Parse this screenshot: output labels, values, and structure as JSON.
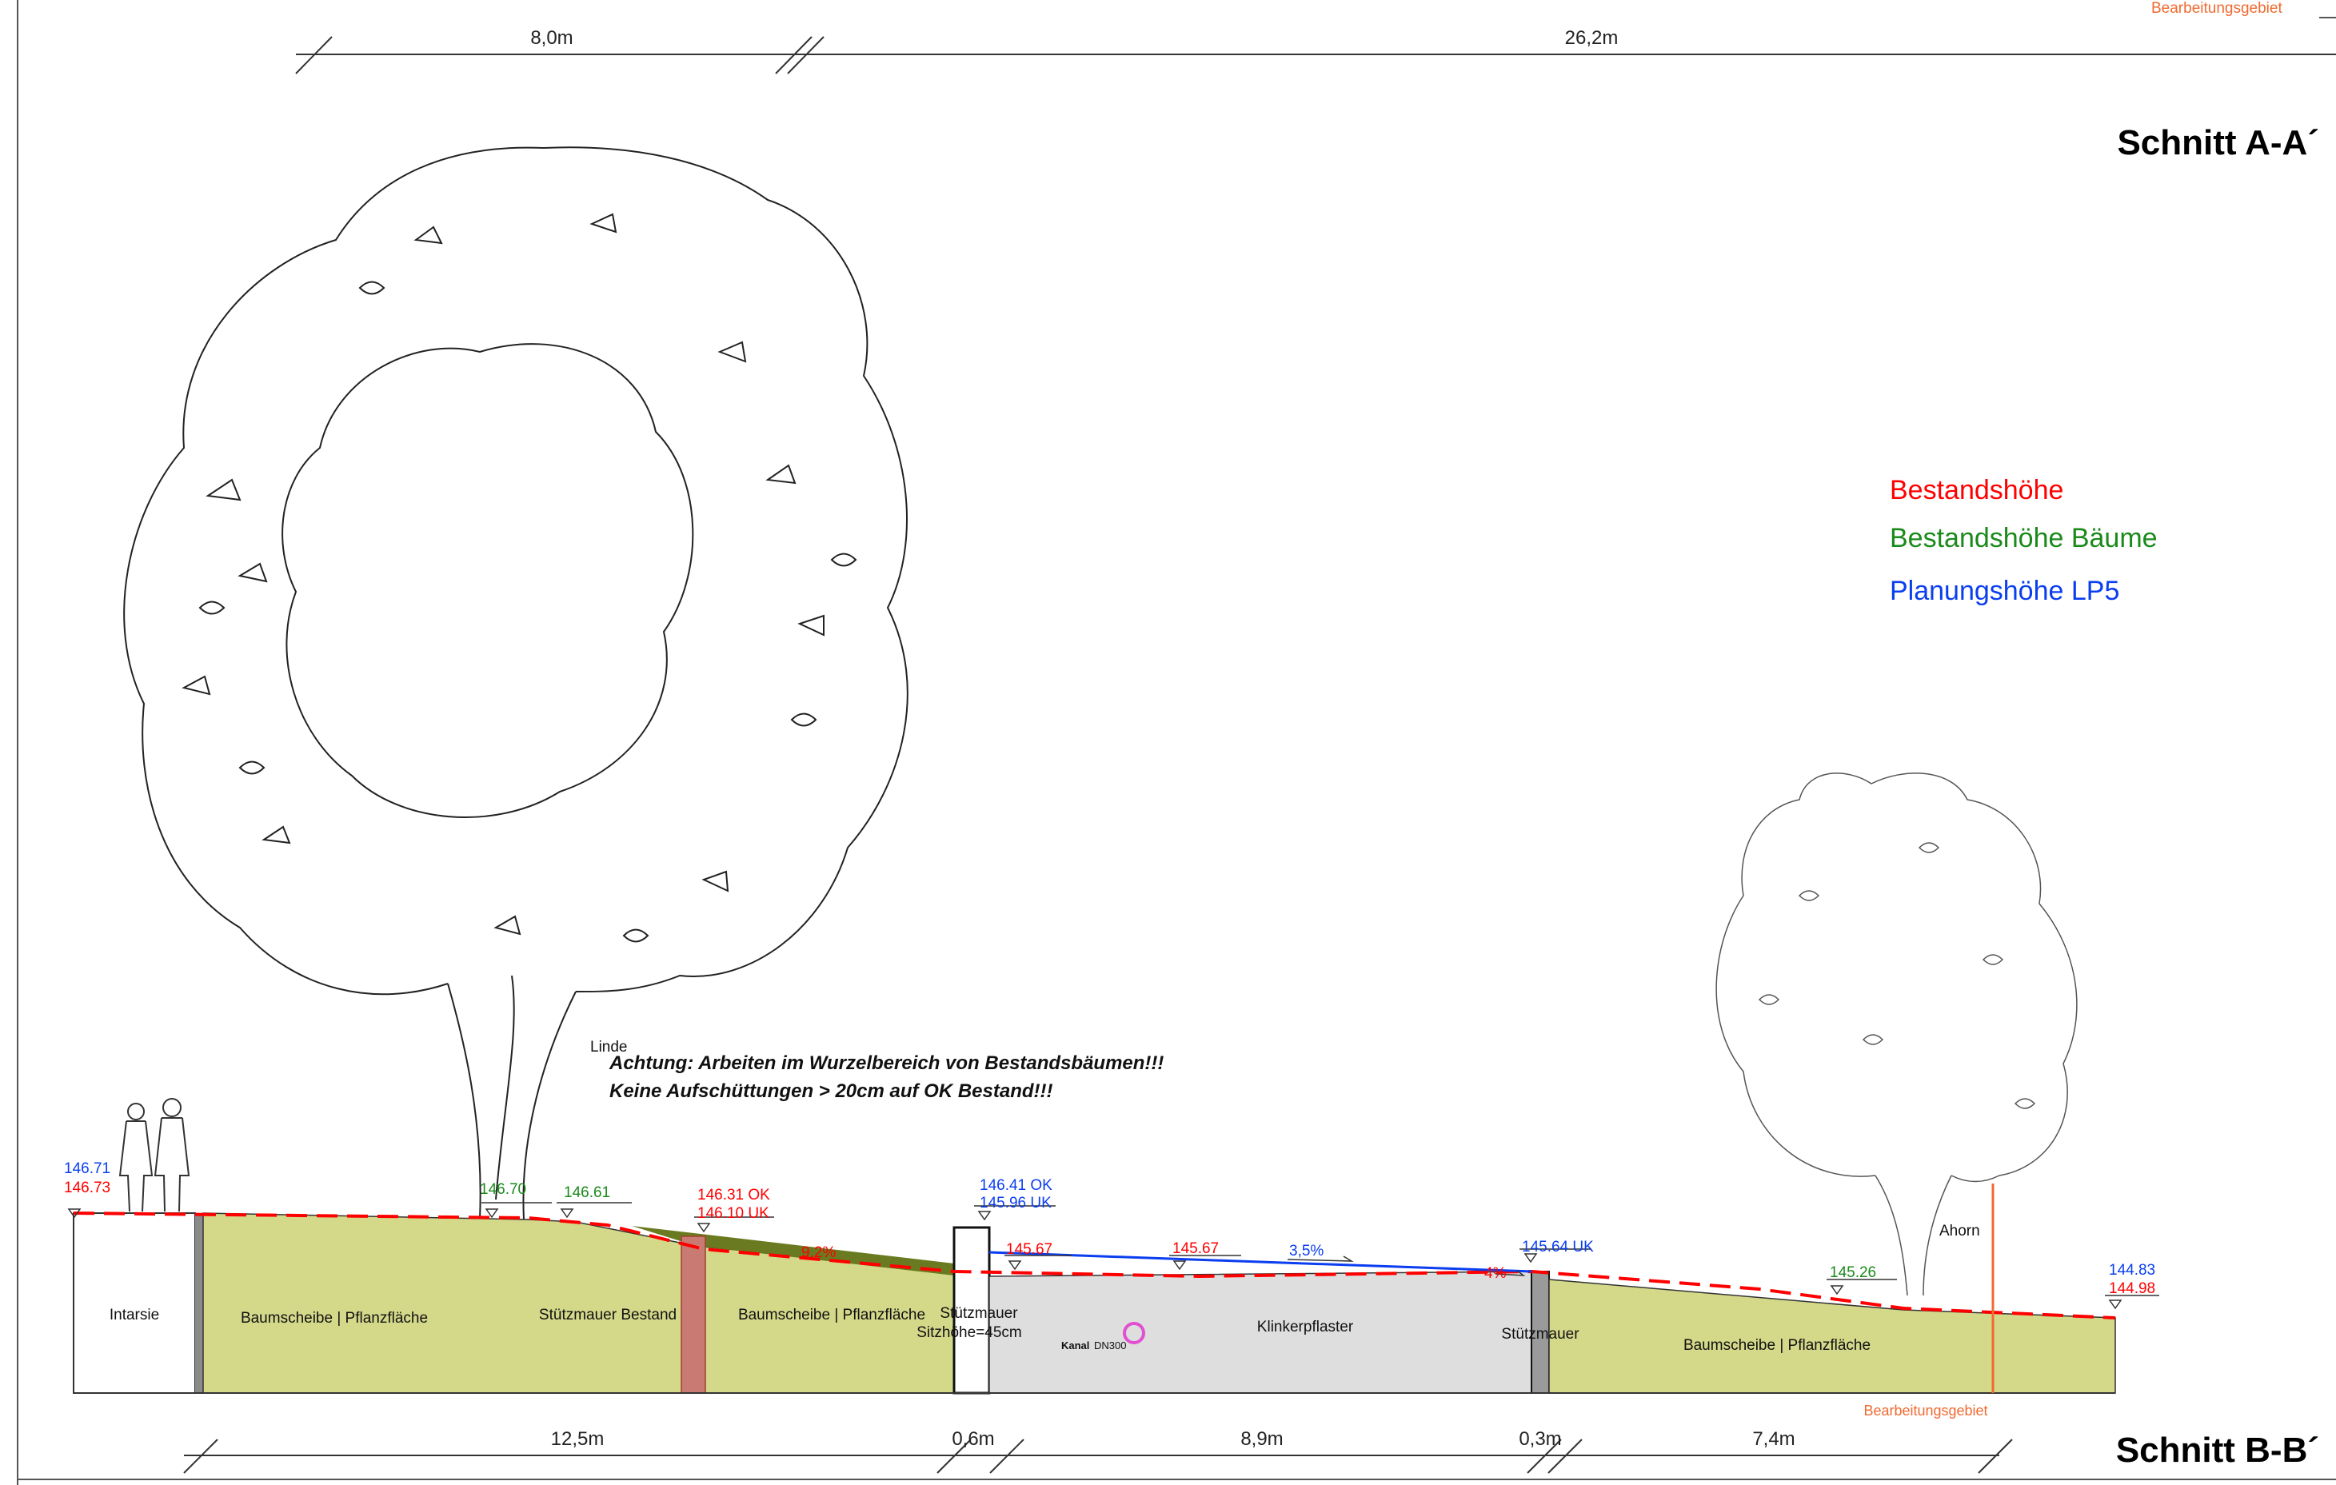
{
  "top_bar": {
    "area_label": "Bearbeitungsgebiet"
  },
  "sections": {
    "top_title": "Schnitt A-A´",
    "bottom_title": "Schnitt B-B´"
  },
  "top_dimensions": [
    "8,0m",
    "26,2m"
  ],
  "bottom_dimensions": [
    "12,5m",
    "0,6m",
    "8,9m",
    "0,3m",
    "7,4m"
  ],
  "legend": {
    "existing": "Bestandshöhe",
    "existing_trees": "Bestandshöhe Bäume",
    "planned": "Planungshöhe LP5"
  },
  "warning": {
    "line1": "Achtung: Arbeiten im Wurzelbereich von Bestandsbäumen!!!",
    "line2": "Keine Aufschüttungen > 20cm auf OK Bestand!!!"
  },
  "trees": {
    "left": "Linde",
    "right": "Ahorn"
  },
  "elevations": {
    "left_planned": "146.71",
    "left_existing": "146.73",
    "tree_a": "146.70",
    "tree_b": "146.61",
    "wall_ok": "146.31 OK",
    "wall_uk": "146.10 UK",
    "seat_ok": "146.41 OK",
    "seat_uk": "145.96 UK",
    "mid1": "145.67",
    "mid2": "145.67",
    "right_wall_uk": "145.64 UK",
    "tree_right": "145.26",
    "end_planned": "144.83",
    "end_existing": "144.98"
  },
  "slopes": {
    "s1": "9,2%",
    "s2": "3,5%",
    "s3": "4%"
  },
  "zones": {
    "intarsie": "Intarsie",
    "planting1": "Baumscheibe | Pflanzfläche",
    "wall_existing": "Stützmauer Bestand",
    "planting2": "Baumscheibe | Pflanzfläche",
    "seat_wall_1": "Stützmauer",
    "seat_wall_2": "Sitzhöhe=45cm",
    "canal_bold": "Kanal",
    "canal_rest": "DN300",
    "paving": "Klinkerpflaster",
    "wall_right": "Stützmauer",
    "planting3": "Baumscheibe | Pflanzfläche",
    "area_bottom": "Bearbeitungsgebiet"
  },
  "colors": {
    "existing": "#ff0000",
    "planned": "#0a3ef0",
    "trees": "#1a8a1a",
    "planting": "#d4d98a",
    "paving": "#dedede",
    "wall_existing": "#c97a72",
    "area": "#f06a30"
  }
}
